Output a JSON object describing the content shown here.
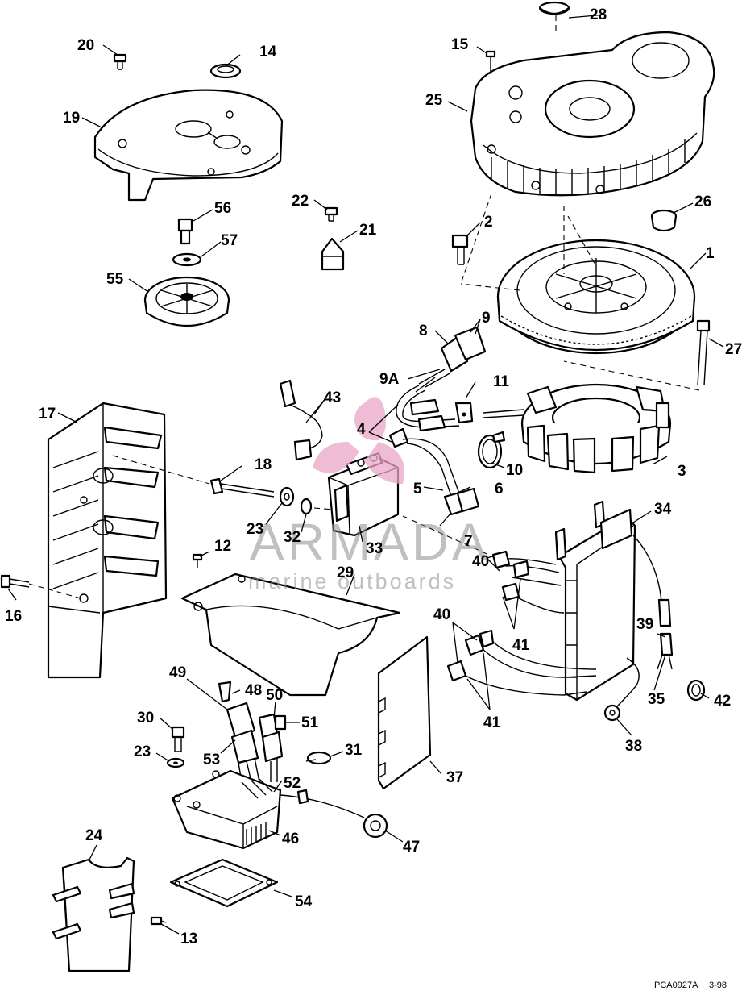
{
  "labels": {
    "l1": "1",
    "l2": "2",
    "l3": "3",
    "l4": "4",
    "l5": "5",
    "l6": "6",
    "l7": "7",
    "l8": "8",
    "l9": "9",
    "l9a": "9A",
    "l10": "10",
    "l11": "11",
    "l12": "12",
    "l13": "13",
    "l14": "14",
    "l15": "15",
    "l16": "16",
    "l17": "17",
    "l18": "18",
    "l19": "19",
    "l20": "20",
    "l21": "21",
    "l22": "22",
    "l23a": "23",
    "l23b": "23",
    "l24": "24",
    "l25": "25",
    "l26": "26",
    "l27": "27",
    "l28": "28",
    "l29": "29",
    "l30": "30",
    "l31": "31",
    "l32": "32",
    "l33": "33",
    "l34": "34",
    "l35": "35",
    "l37": "37",
    "l38": "38",
    "l39": "39",
    "l40a": "40",
    "l40b": "40",
    "l41a": "41",
    "l41b": "41",
    "l42": "42",
    "l43": "43",
    "l46": "46",
    "l47": "47",
    "l48": "48",
    "l49": "49",
    "l50": "50",
    "l51": "51",
    "l52": "52",
    "l53": "53",
    "l54": "54",
    "l55": "55",
    "l56": "56",
    "l57": "57"
  },
  "watermark": {
    "brand": "ARMADA",
    "tagline": "marine outboards",
    "logo_color": "#e8a6c6"
  },
  "figure_code": "PCA0927A",
  "figure_date": "3-98"
}
